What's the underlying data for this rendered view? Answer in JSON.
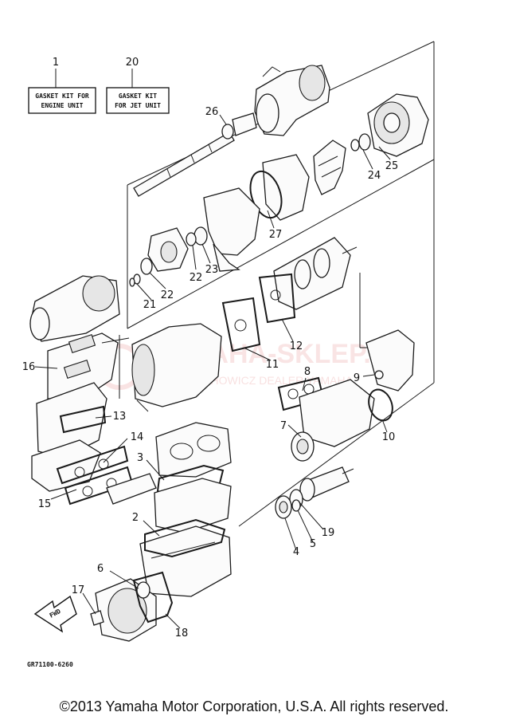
{
  "kits": [
    {
      "number": "1",
      "lines": [
        "GASKET KIT FOR",
        "ENGINE UNIT"
      ]
    },
    {
      "number": "20",
      "lines": [
        "GASKET KIT",
        "FOR JET UNIT"
      ]
    }
  ],
  "callouts": [
    "2",
    "3",
    "4",
    "5",
    "6",
    "7",
    "8",
    "9",
    "10",
    "11",
    "12",
    "13",
    "14",
    "15",
    "16",
    "17",
    "18",
    "19",
    "21",
    "22",
    "23",
    "24",
    "25",
    "26",
    "27"
  ],
  "direction_label": "FWD",
  "diagram_code": "GR71100-6260",
  "watermark": {
    "main": "YAMAHA-SKLEP.PL",
    "sub": "WOJCIECHOWICZ DEALER YAMAHA"
  },
  "copyright": "©2013 Yamaha Motor Corporation, U.S.A. All rights reserved."
}
